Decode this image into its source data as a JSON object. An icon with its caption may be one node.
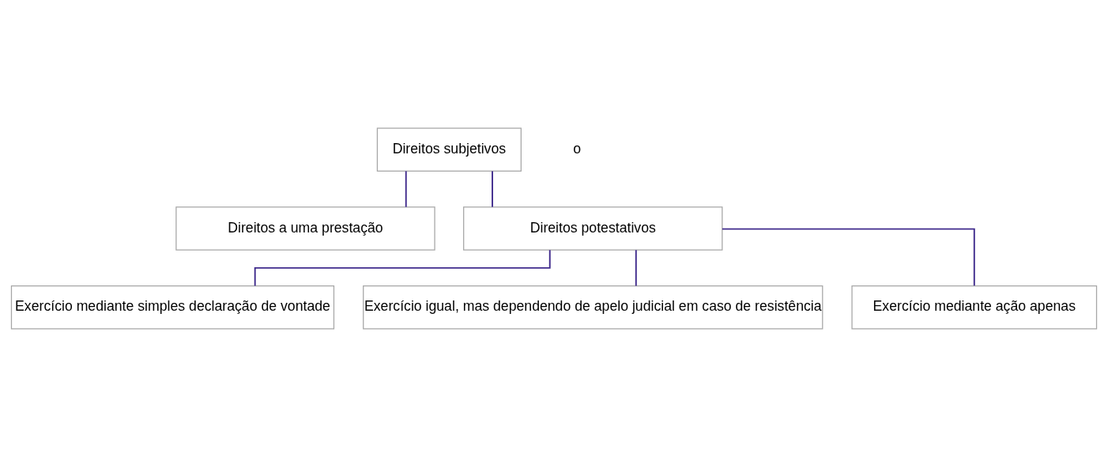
{
  "diagram": {
    "nodes": [
      {
        "text": [
          "Direitos subjetivos"
        ]
      },
      {
        "text": [
          "Direitos a uma prestação"
        ]
      },
      {
        "text": [
          "Direitos potestativos"
        ]
      },
      {
        "text": [
          "Exercício mediante simples declaração de vontade"
        ]
      },
      {
        "text": [
          "Exercício igual, mas dependendo de apelo judicial em caso de resistência"
        ]
      },
      {
        "text": [
          "Exercício mediante ação apenas"
        ]
      }
    ],
    "edges": [
      {
        "from": 0,
        "to": 1,
        "arrow": "none"
      },
      {
        "from": 0,
        "to": 2,
        "arrow": "none"
      },
      {
        "from": 2,
        "to": 3,
        "arrow": "none"
      },
      {
        "from": 2,
        "to": 4,
        "arrow": "none"
      },
      {
        "from": 2,
        "to": 5,
        "arrow": "none"
      }
    ],
    "labels": [
      "o"
    ]
  }
}
